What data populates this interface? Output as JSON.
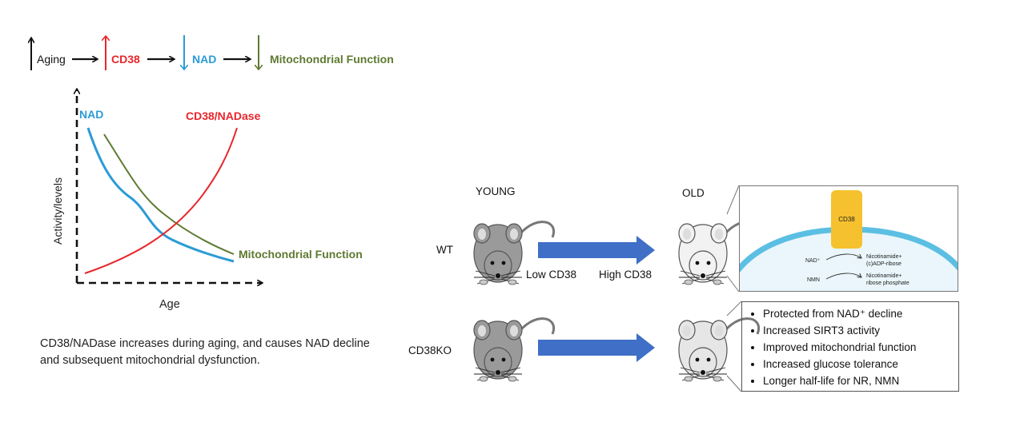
{
  "cascade": {
    "aging": "Aging",
    "cd38": "CD38",
    "nad": "NAD",
    "mito": "Mitochondrial Function"
  },
  "graph": {
    "nad_label": "NAD",
    "cd38_label": "CD38/NADase",
    "mito_label": "Mitochondrial Function",
    "ylabel": "Activity/levels",
    "xlabel": "Age"
  },
  "caption": {
    "line1": "CD38/NADase increases during aging, and causes NAD decline",
    "line2": "and subsequent mitochondrial dysfunction."
  },
  "mice": {
    "young": "YOUNG",
    "old": "OLD",
    "wt": "WT",
    "ko": "CD38KO",
    "low": "Low CD38",
    "high": "High CD38"
  },
  "panel": {
    "cd38": "CD38",
    "r1_left": "NAD⁺",
    "r1_right_a": "Nicotinamide+",
    "r1_right_b": "(c)ADP-ribose",
    "r2_left": "NMN",
    "r2_right_a": "Nicotinamide+",
    "r2_right_b": "ribose phosphate"
  },
  "bullets": [
    "Protected from NAD⁺ decline",
    "Increased SIRT3 activity",
    "Improved mitochondrial function",
    "Increased glucose tolerance",
    "Longer half-life for NR, NMN"
  ],
  "colors": {
    "cd38": "#e8262b",
    "nad": "#2b9bd6",
    "mito": "#5e7a31",
    "arrow_blue": "#3f6fc6",
    "membrane": "#5bbfe3",
    "cd38_box": "#f5c12e"
  }
}
